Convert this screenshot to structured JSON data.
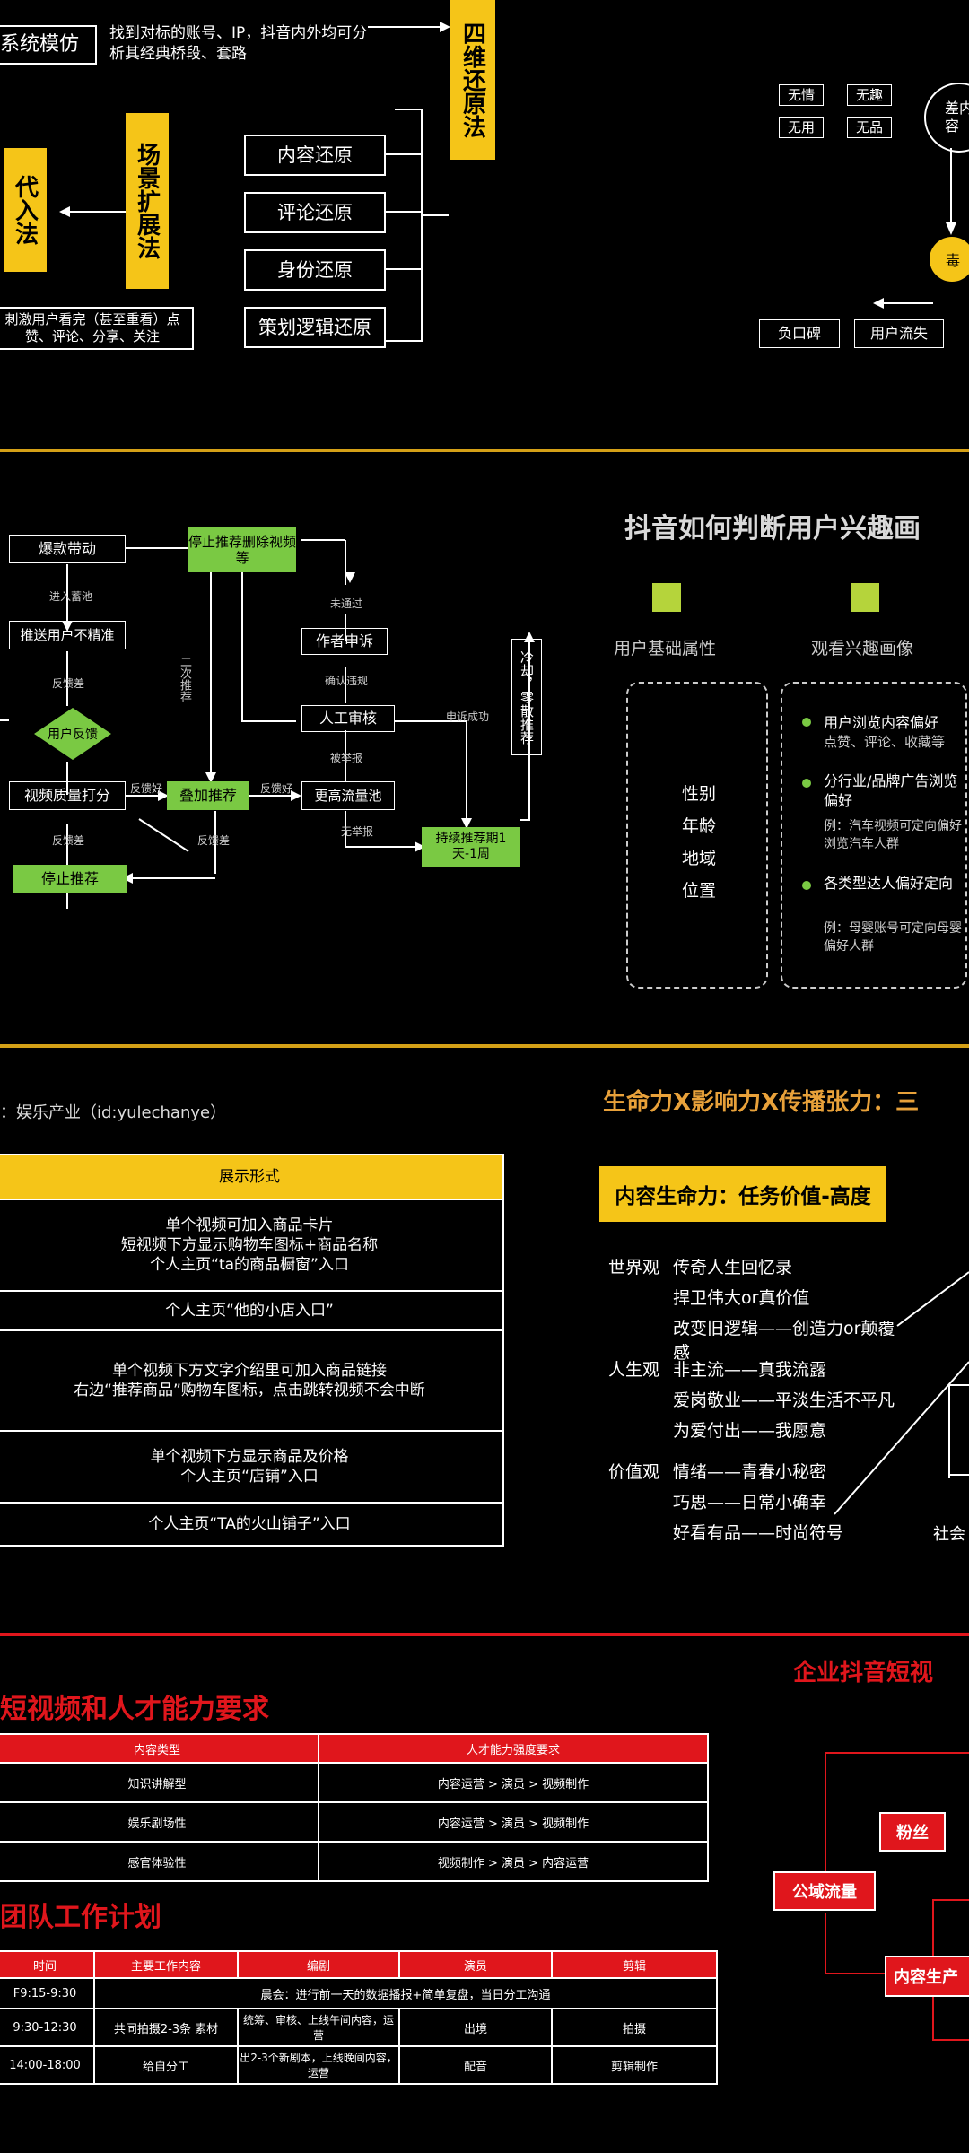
{
  "s1": {
    "mimic": "系统模仿",
    "find_desc": "找到对标的账号、IP，抖音内外均可分析其经典桥段、套路",
    "four_dim": "四维还原法",
    "scene": "场景扩展法",
    "substitute": "代入法",
    "restores": [
      "内容还原",
      "评论还原",
      "身份还原",
      "策划逻辑还原"
    ],
    "stimulate": "刺激用户看完（甚至重看）点赞、评论、分享、关注",
    "tags": [
      "无情",
      "无趣",
      "无用",
      "无品"
    ],
    "diff": "差内容",
    "poison": "毒",
    "neg_word": "负口碑",
    "user_loss": "用户流失"
  },
  "s2": {
    "hot": "爆款带动",
    "enter_pool": "进入蓄池",
    "push_inaccurate": "推送用户不精准",
    "fb_bad1": "反馈差",
    "user_fb": "用户反馈",
    "quality": "视频质量打分",
    "fb_good1": "反馈好",
    "add_rec": "叠加推荐",
    "fb_good2": "反馈好",
    "more_pool": "更高流量池",
    "fb_bad2": "反馈差",
    "fb_bad3": "反馈差",
    "stop": "停止推荐",
    "second_rec": "二次推荐",
    "stop_delete": "停止推荐删除视频等",
    "not_pass": "未通过",
    "appeal": "作者申诉",
    "confirm": "确认违规",
    "manual": "人工审核",
    "reported": "被举报",
    "unreported": "无举报",
    "appeal_ok": "申诉成功",
    "continue_rec": "持续推荐期1天-1周",
    "cool": "冷却，零散推荐",
    "title": "抖音如何判断用户兴趣画",
    "basic_attr": "用户基础属性",
    "interest": "观看兴趣画像",
    "attrs": [
      "性别",
      "年龄",
      "地域",
      "位置"
    ],
    "bullets": [
      {
        "head": "用户浏览内容偏好",
        "sub": "点赞、评论、收藏等"
      },
      {
        "head": "分行业/品牌广告浏览偏好",
        "sub": "例：汽车视频可定向偏好浏览汽车人群"
      },
      {
        "head": "各类型达人偏好定向",
        "sub": "例：母婴账号可定向母婴偏好人群"
      }
    ]
  },
  "s3": {
    "source": "：娱乐产业（id:yulechanye）",
    "table_head": "展示形式",
    "rows": [
      "单个视频可加入商品卡片\n短视频下方显示购物车图标+商品名称\n个人主页“ta的商品橱窗”入口",
      "个人主页“他的小店入口”",
      "单个视频下方文字介绍里可加入商品链接\n右边“推荐商品”购物车图标，点击跳转视频不会中断",
      "单个视频下方显示商品及价格\n个人主页“店铺”入口",
      "个人主页“TA的火山铺子”入口"
    ],
    "title_right": "生命力X影响力X传播张力：三",
    "life": "内容生命力：任务价值-高度",
    "lines": [
      {
        "k": "世界观",
        "v": "传奇人生回忆录"
      },
      {
        "k": "",
        "v": "捍卫伟大or真价值"
      },
      {
        "k": "",
        "v": "改变旧逻辑——创造力or颠覆感"
      },
      {
        "k": "人生观",
        "v": "非主流——真我流露"
      },
      {
        "k": "",
        "v": "爱岗敬业——平淡生活不平凡"
      },
      {
        "k": "",
        "v": "为爱付出——我愿意"
      },
      {
        "k": "价值观",
        "v": "情绪——青春小秘密"
      },
      {
        "k": "",
        "v": "巧思——日常小确幸"
      },
      {
        "k": "",
        "v": "好看有品——时尚符号"
      }
    ],
    "society": "社会"
  },
  "s4": {
    "title1": "短视频和人才能力要求",
    "t1_head": [
      "内容类型",
      "人才能力强度要求"
    ],
    "t1_rows": [
      [
        "知识讲解型",
        "内容运营 > 演员 > 视频制作"
      ],
      [
        "娱乐剧场性",
        "内容运营 > 演员 > 视频制作"
      ],
      [
        "感官体验性",
        "视频制作 > 演员 > 内容运营"
      ]
    ],
    "title2": "团队工作计划",
    "t2_head": [
      "时间",
      "主要工作内容",
      "编剧",
      "演员",
      "剪辑"
    ],
    "t2_r1": [
      "F9:15-9:30",
      "晨会：进行前一天的数据播报+简单复盘，当日分工沟通"
    ],
    "t2_r2": [
      "9:30-12:30",
      "共同拍摄2-3条 素材",
      "统筹、审核、上线午间内容，运营",
      "出境",
      "拍摄"
    ],
    "t2_r3": [
      "14:00-18:00",
      "给自分工",
      "出2-3个新剧本，上线晚间内容，运营",
      "配音",
      "剪辑制作"
    ],
    "title3": "企业抖音短视",
    "fans": "粉丝",
    "public": "公域流量",
    "produce": "内容生产"
  }
}
